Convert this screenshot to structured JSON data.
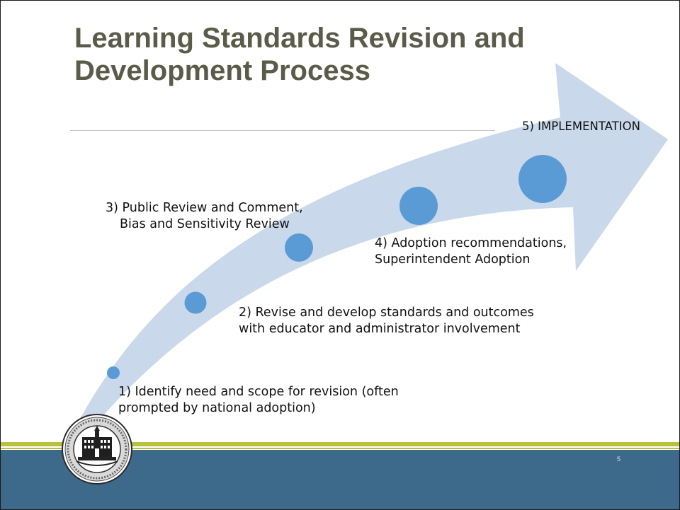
{
  "title": "Learning Standards Revision and Development Process",
  "steps": [
    {
      "number": 1,
      "line1": "1) Identify need and scope for revision (often",
      "line2": "prompted by national adoption)"
    },
    {
      "number": 2,
      "line1": "2) Revise and develop standards and outcomes",
      "line2": "with educator and administrator involvement"
    },
    {
      "number": 3,
      "line1": "3) Public Review and Comment,",
      "line2": "Bias and Sensitivity Review"
    },
    {
      "number": 4,
      "line1": "4) Adoption recommendations,",
      "line2": "Superintendent Adoption"
    },
    {
      "number": 5,
      "line1": "5) IMPLEMENTATION"
    }
  ],
  "page_number": "5",
  "colors": {
    "arrow": "#c9d8ea",
    "marker": "#5b9bd5",
    "title": "#5b5b4a",
    "footer": "#3d6a8a",
    "accent_line": "#b9c03b"
  },
  "icons": {
    "seal": "state-seal-icon"
  }
}
